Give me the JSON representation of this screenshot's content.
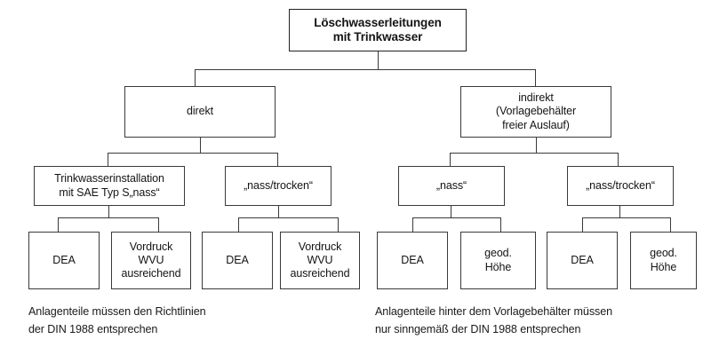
{
  "diagram": {
    "title": "Löschwasserleitungen mit Trinkwasser",
    "type": "tree-diagram",
    "colors": {
      "border": "#3a3a3a",
      "background": "#ffffff",
      "text": "#141414"
    },
    "nodes": {
      "root": "Löschwasserleitungen\nmit Trinkwasser",
      "direkt": "direkt",
      "indirekt": "indirekt\n(Vorlagebehälter\nfreier Auslauf)",
      "trinkwasserinstallation": "Trinkwasserinstallation\nmit SAE Typ S„nass“",
      "nass_trocken_links": "„nass/trocken“",
      "nass": "„nass“",
      "nass_trocken_rechts": "„nass/trocken“",
      "dea_1": "DEA",
      "vordruck_1": "Vordruck\nWVU\nausreichend",
      "dea_2": "DEA",
      "vordruck_2": "Vordruck\nWVU\nausreichend",
      "dea_3": "DEA",
      "geod_hoehe_1": "geod.\nHöhe",
      "dea_4": "DEA",
      "geod_hoehe_2": "geod.\nHöhe"
    },
    "notes": {
      "left": "Anlagenteile müssen den Richtlinien\nder DIN 1988 entsprechen",
      "right": "Anlagenteile hinter dem Vorlagebehälter müssen\nnur sinngemäß der DIN 1988 entsprechen"
    }
  }
}
